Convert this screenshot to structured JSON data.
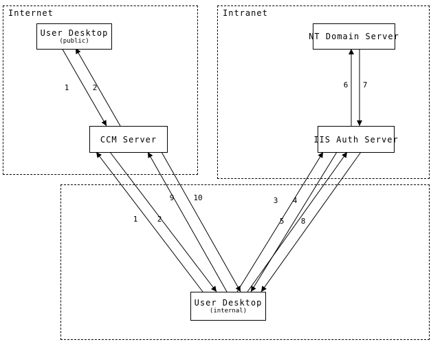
{
  "zones": {
    "internet": {
      "label": "Internet"
    },
    "intranet": {
      "label": "Intranet"
    }
  },
  "nodes": {
    "user_desktop_public": {
      "title": "User Desktop",
      "subtitle": "(public)"
    },
    "ccm_server": {
      "title": "CCM Server"
    },
    "nt_domain_server": {
      "title": "NT Domain Server"
    },
    "iis_auth_server": {
      "title": "IIS Auth Server"
    },
    "user_desktop_internal": {
      "title": "User Desktop",
      "subtitle": "(internal)"
    }
  },
  "edges": {
    "public_desktop_ccm": {
      "request": "1",
      "response": "2"
    },
    "iis_nt_domain": {
      "request": "6",
      "response": "7"
    },
    "internal_desktop_ccm_auth": {
      "request": "1",
      "response": "2"
    },
    "internal_desktop_ccm_session": {
      "request": "9",
      "response": "10"
    },
    "internal_desktop_iis_auth": {
      "request": "3",
      "response": "4"
    },
    "internal_desktop_iis_session": {
      "request": "5",
      "response": "8"
    }
  },
  "colors": {
    "line": "#000000",
    "background": "#ffffff"
  }
}
